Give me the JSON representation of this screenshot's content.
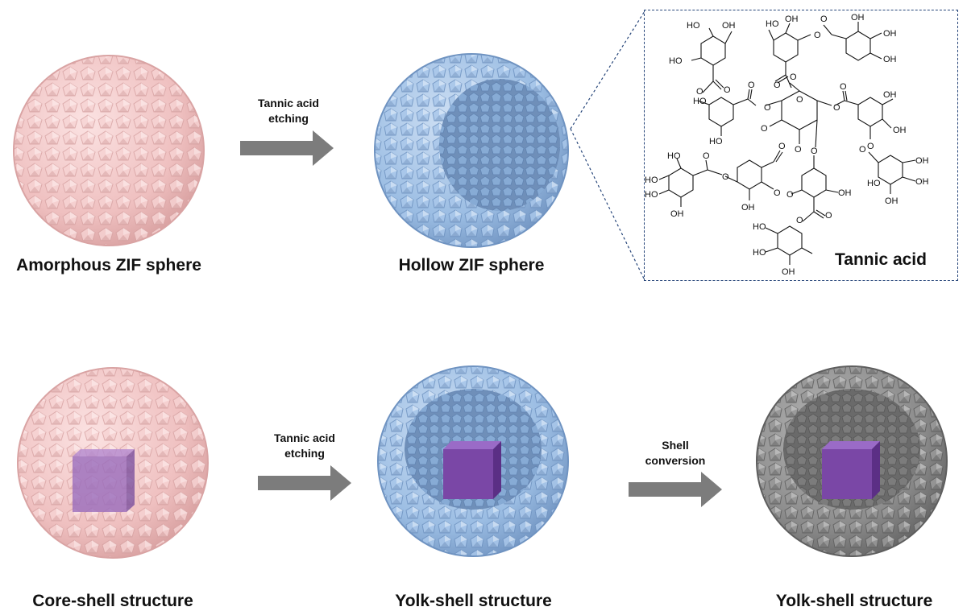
{
  "labels": {
    "amorphous": "Amorphous ZIF sphere",
    "hollow": "Hollow ZIF sphere",
    "tannic": "Tannic acid",
    "core_shell": "Core-shell structure",
    "yolk_blue": "Yolk-shell structure",
    "yolk_gray": "Yolk-shell structure"
  },
  "arrows": {
    "top": {
      "line1": "Tannic acid",
      "line2": "etching"
    },
    "bottom_left": {
      "line1": "Tannic acid",
      "line2": "etching"
    },
    "bottom_right": {
      "line1": "Shell",
      "line2": "conversion"
    }
  },
  "chem": {
    "oh": "OH",
    "ho": "HO",
    "o": "O"
  },
  "colors": {
    "pink": "#f2c4c4",
    "blue": "#9bbde3",
    "gray": "#8c8c8c",
    "purple": "#7a47a6",
    "arrow": "#7c7c7c",
    "inset_border": "#27467a"
  }
}
